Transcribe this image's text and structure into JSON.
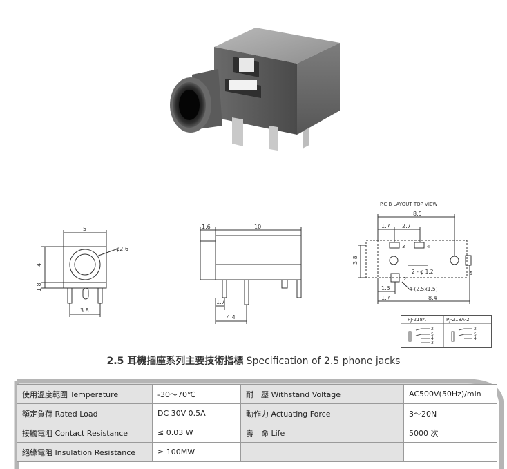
{
  "drawings": {
    "front_view": {
      "width_dim": "5",
      "hole_dim": "φ2.6",
      "height_dim": "4",
      "bottom_dim": "1.8",
      "pin_span_dim": "3.8"
    },
    "side_view": {
      "front_dim": "1.6",
      "length_dim": "10",
      "pin1_dim": "1.7",
      "pin2_dim": "4.4"
    },
    "pcb_layout": {
      "title": "P.C.B LAYOUT    TOP VIEW",
      "overall_dim": "8.5",
      "dim_a": "1.7",
      "dim_b": "2.7",
      "height_dim": "3.8",
      "hole_dim": "2 - φ 1.2",
      "pad_dim": "4-(2.5x1.5)",
      "left_dim": "1.5",
      "bottom_left_dim": "1.7",
      "bottom_dim": "8.4",
      "pin_labels": [
        "3",
        "4",
        "2",
        "5"
      ]
    },
    "schematics": [
      {
        "model": "PJ-218A",
        "pins": [
          "2",
          "5",
          "4",
          "3"
        ]
      },
      {
        "model": "PJ-218A-2",
        "pins": [
          "2",
          "5",
          "4"
        ]
      }
    ]
  },
  "spec": {
    "heading_zh": "2.5 耳機插座系列主要技術指標",
    "heading_en": " Specification of 2.5 phone jacks",
    "rows": [
      {
        "l1": "使用溫度範圍 Temperature",
        "v1": "-30～70℃",
        "l2": "耐　壓  Withstand Voltage",
        "v2": "AC500V(50Hz)/min"
      },
      {
        "l1": "額定負荷  Rated Load",
        "v1": "DC  30V  0.5A",
        "l2": "動作力  Actuating Force",
        "v2": "3～20N"
      },
      {
        "l1": "接觸電阻  Contact Resistance",
        "v1": "≤ 0.03 W",
        "l2": "壽　命  Life",
        "v2": "5000 次"
      },
      {
        "l1": "絕緣電阻  Insulation Resistance",
        "v1": "≥ 100MW",
        "l2": "",
        "v2": ""
      }
    ]
  }
}
